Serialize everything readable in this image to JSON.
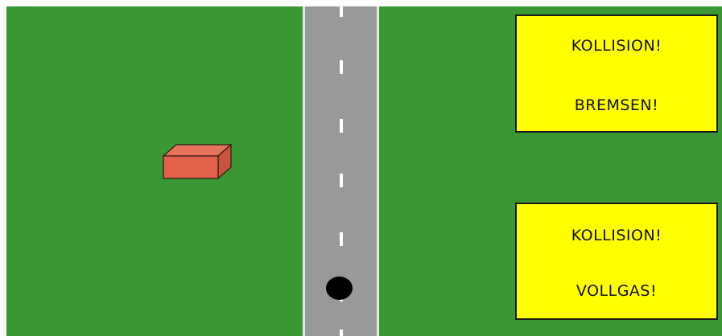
{
  "colors": {
    "grass": "#399834",
    "road": "#999999",
    "lane_marking": "#ffffff",
    "obstacle_front": "#e1614a",
    "obstacle_top": "#e8735c",
    "obstacle_side": "#c9543f",
    "ball": "#000000",
    "button_fill": "#ffff00"
  },
  "icons": {
    "ball": "ball-icon",
    "obstacle": "obstacle-box-icon"
  },
  "buttons": {
    "collision_brake": {
      "line1": "KOLLISION!",
      "line2": "BREMSEN!"
    },
    "collision_full_throttle": {
      "line1": "KOLLISION!",
      "line2": "VOLLGAS!"
    }
  }
}
